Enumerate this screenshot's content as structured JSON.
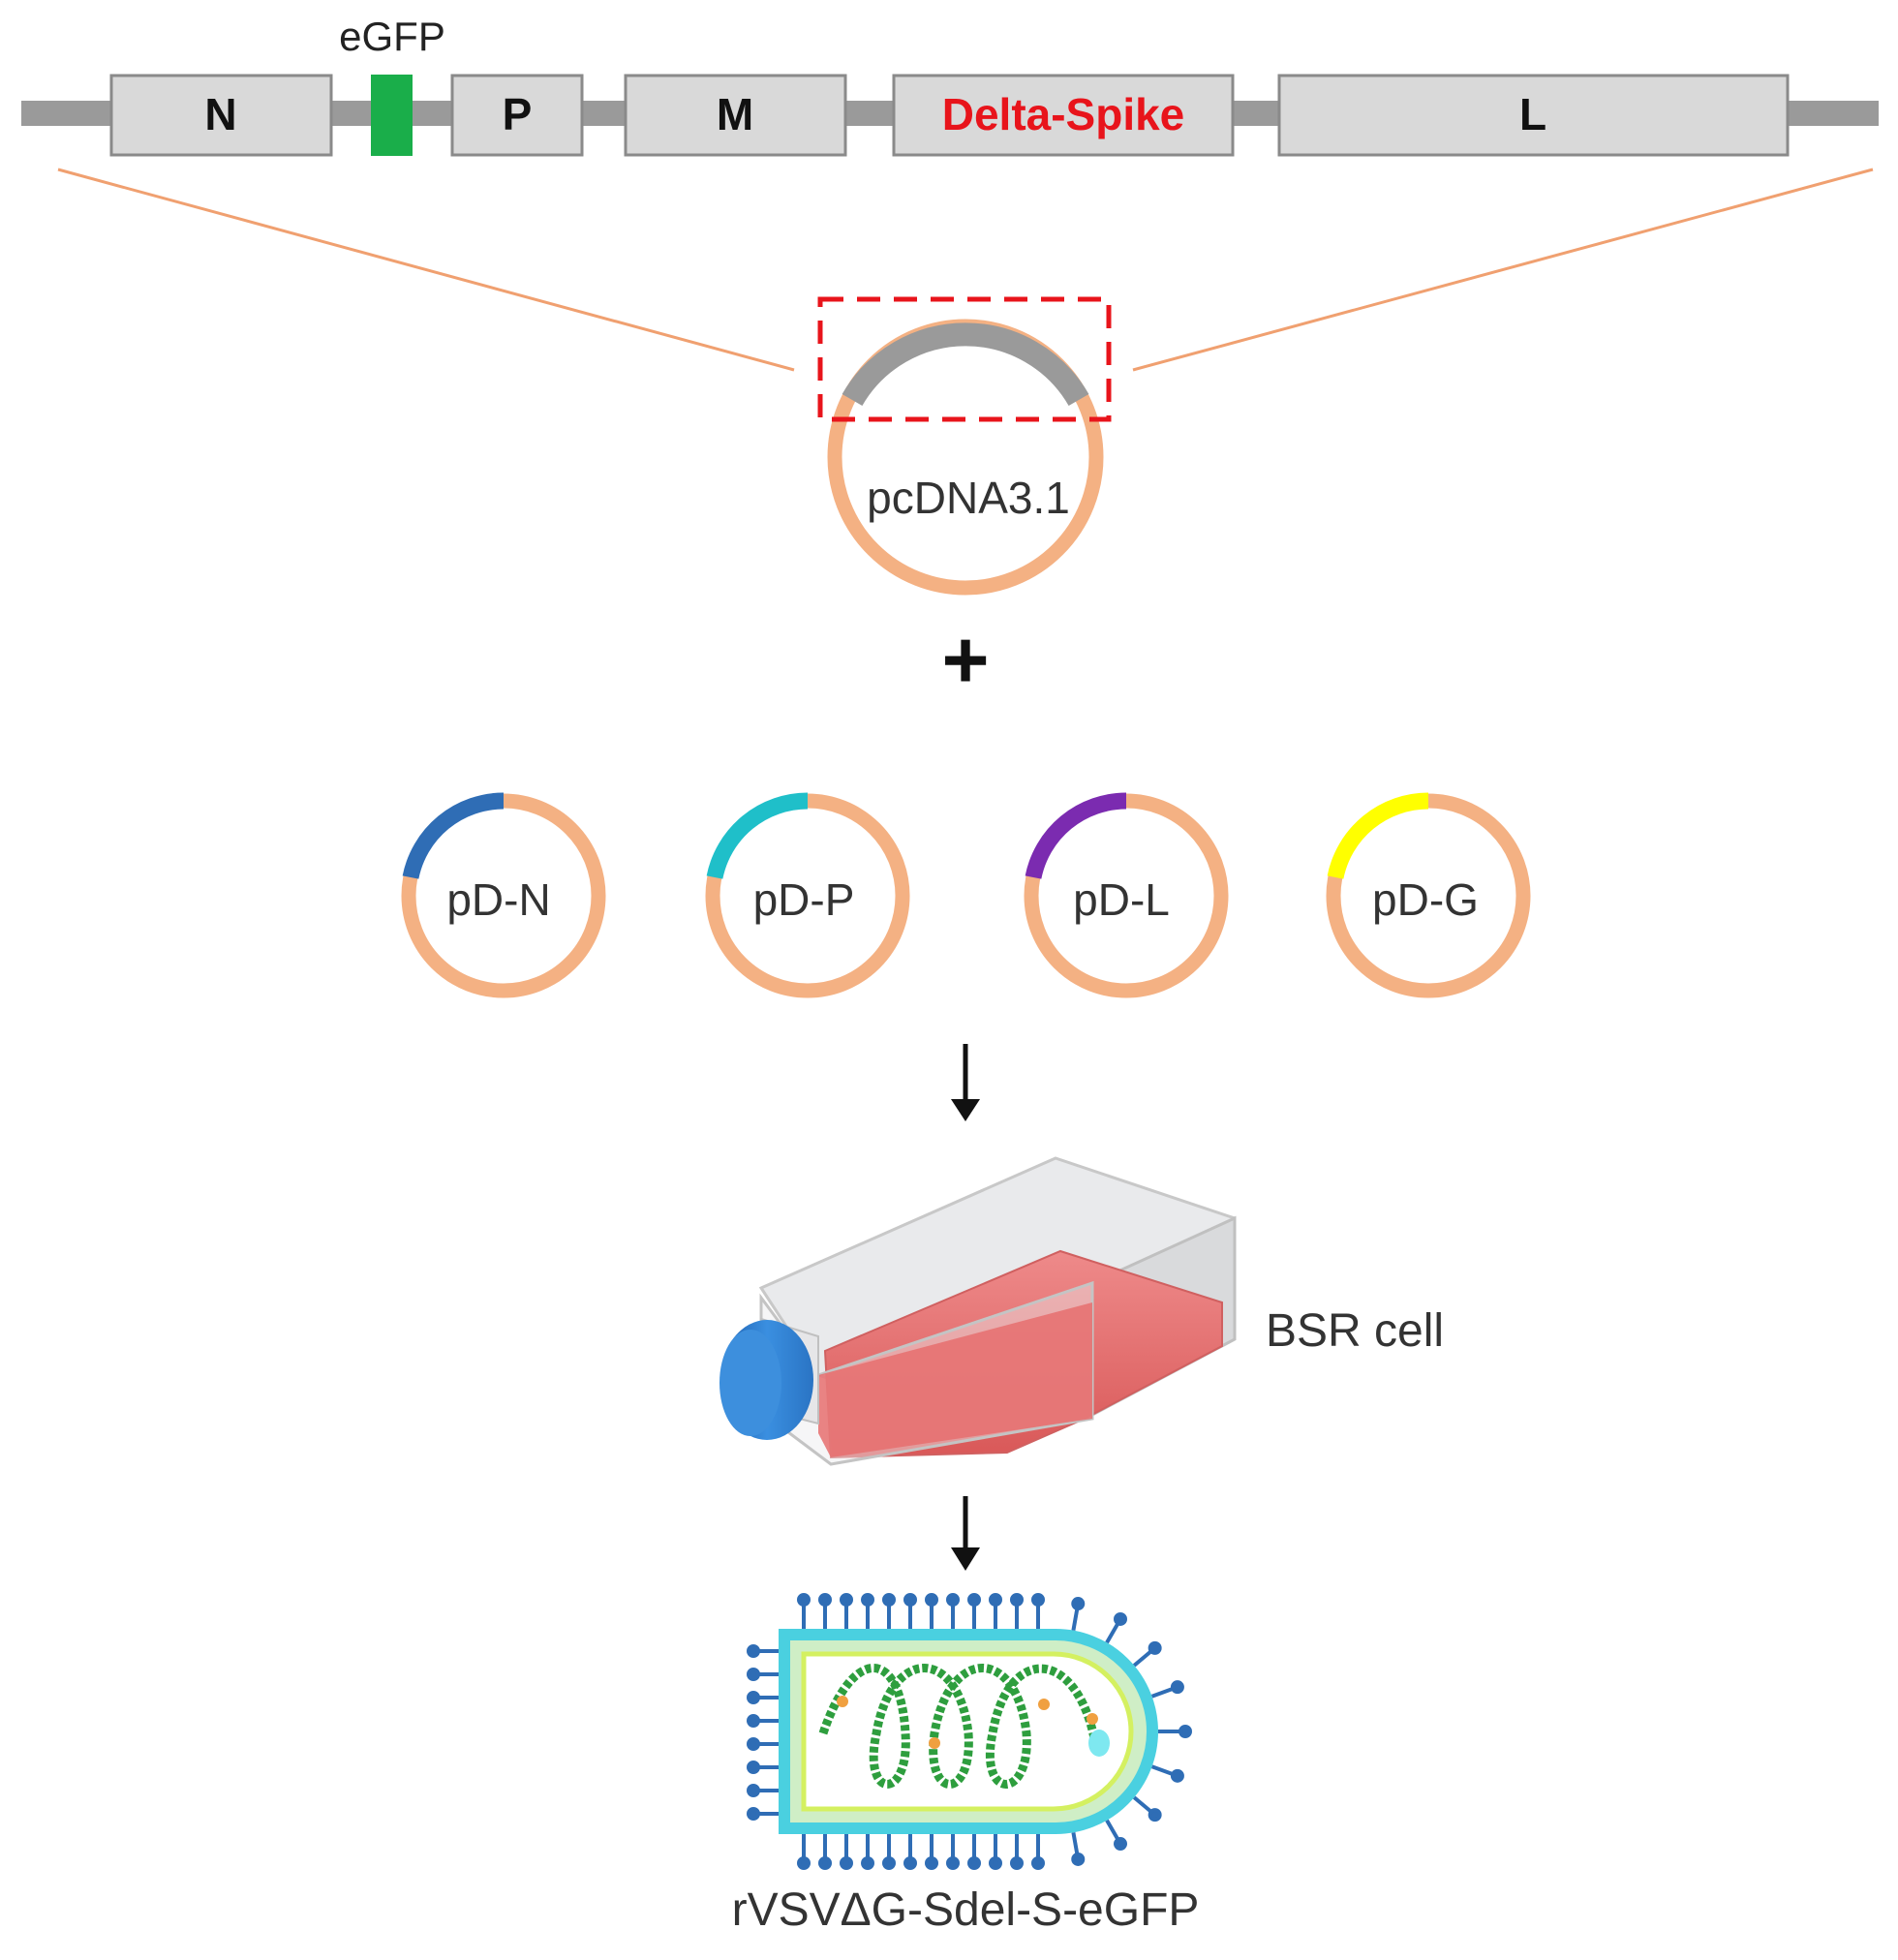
{
  "genome": {
    "egfp_label": "eGFP",
    "genes": [
      {
        "label": "N"
      },
      {
        "label": "P"
      },
      {
        "label": "M"
      },
      {
        "label": "Delta-Spike"
      },
      {
        "label": "L"
      }
    ]
  },
  "main_plasmid": {
    "label": "pcDNA3.1"
  },
  "plus_symbol": "+",
  "helper_plasmids": [
    {
      "label": "pD-N",
      "color": "#2f6db5"
    },
    {
      "label": "pD-P",
      "color": "#1fbfc9"
    },
    {
      "label": "pD-L",
      "color": "#7b2bb0"
    },
    {
      "label": "pD-G",
      "color": "#ffff00"
    }
  ],
  "cell": {
    "label": "BSR cell"
  },
  "virus": {
    "label": "rVSVΔG-Sdel-S-eGFP"
  },
  "colors": {
    "gene_fill": "#d9d9d9",
    "backbone": "#9a9a9a",
    "egfp": "#1aae4a",
    "spike_text": "#e8141b",
    "plasmid": "#f4b183",
    "guide_line": "#f0a070",
    "dashed_box": "#e8141b",
    "flask_cap": "#2f7fd0",
    "flask_medium": "#e46e6e"
  }
}
